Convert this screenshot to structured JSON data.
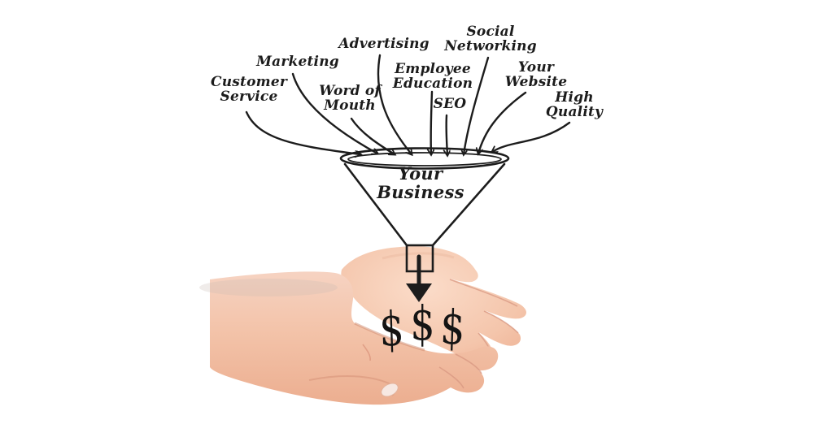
{
  "diagram": {
    "type": "marketing-funnel-into-hands",
    "funnel_label": "Your\nBusiness",
    "sources": [
      {
        "label": "Customer\nService"
      },
      {
        "label": "Marketing"
      },
      {
        "label": "Word of\nMouth"
      },
      {
        "label": "Advertising"
      },
      {
        "label": "Employee\nEducation"
      },
      {
        "label": "SEO"
      },
      {
        "label": "Social\nNetworking"
      },
      {
        "label": "Your\nWebsite"
      },
      {
        "label": "High\nQuality"
      }
    ],
    "output_symbols": [
      "$",
      "$",
      "$"
    ]
  },
  "colors": {
    "background": "#ffffff",
    "ink": "#1c1c1c",
    "skin_light": "#fbe2d2",
    "skin_mid": "#f3c3a9",
    "skin_shadow": "#e2a184",
    "skin_deep": "#d08a6e",
    "nail": "#f7e8e2"
  }
}
